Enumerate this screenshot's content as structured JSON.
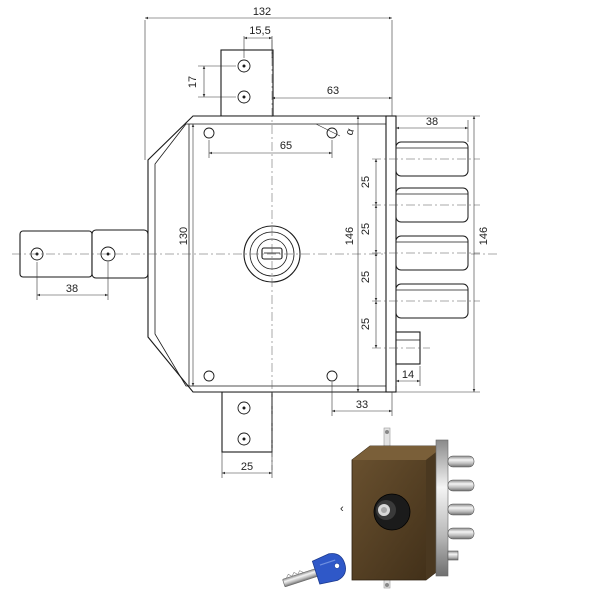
{
  "drawing": {
    "dimensions": {
      "width_total": "132",
      "plate_hole_spacing": "15,5",
      "plate_hole_offset": "17",
      "plate_to_edge": "63",
      "screw_spacing": "65",
      "bolt_length": "38",
      "bolt_pitch_1": "25",
      "bolt_pitch_2": "25",
      "bolt_pitch_3": "25",
      "bolt_pitch_4": "25",
      "face_height_left": "146",
      "face_height_right": "146",
      "case_height": "130",
      "arm_length": "38",
      "latch_width": "14",
      "screw_to_edge": "33",
      "bottom_plate_width": "25",
      "angle_symbol": "α"
    }
  },
  "colors": {
    "line": "#1a1a1a",
    "lock_body": "#5a4326",
    "key_blue": "#2f58c8",
    "chrome": "#d9d9d9"
  },
  "icons": {
    "product_photo": "lock-render",
    "key": "key-icon"
  }
}
